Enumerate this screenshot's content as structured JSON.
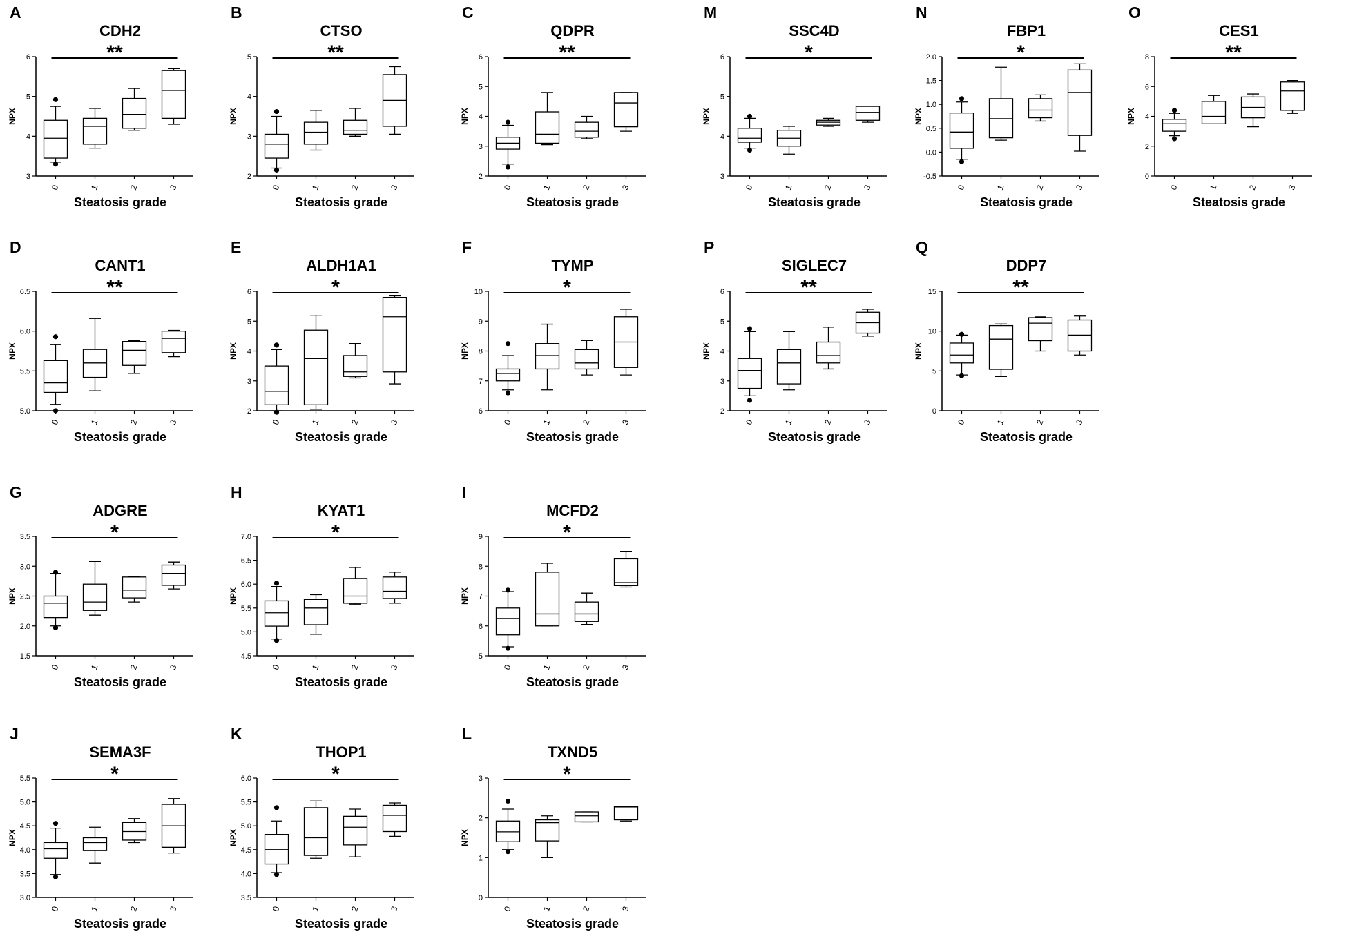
{
  "common": {
    "categories": [
      "0",
      "1",
      "2",
      "3"
    ],
    "xlabel": "Steatosis grade",
    "ylabel": "NPX"
  },
  "chart_data": [
    {
      "panel": "A",
      "type": "box",
      "title": "CDH2",
      "sig": "**",
      "ylim": [
        3,
        6
      ],
      "yticks": [
        3,
        4,
        5,
        6
      ],
      "boxes": [
        {
          "category": "0",
          "whisker_low": 3.35,
          "q1": 3.45,
          "median": 3.95,
          "q3": 4.4,
          "whisker_high": 4.75,
          "outliers": [
            3.3,
            4.92
          ]
        },
        {
          "category": "1",
          "whisker_low": 3.7,
          "q1": 3.8,
          "median": 4.25,
          "q3": 4.45,
          "whisker_high": 4.7,
          "outliers": []
        },
        {
          "category": "2",
          "whisker_low": 4.15,
          "q1": 4.2,
          "median": 4.55,
          "q3": 4.95,
          "whisker_high": 5.2,
          "outliers": []
        },
        {
          "category": "3",
          "whisker_low": 4.3,
          "q1": 4.45,
          "median": 5.15,
          "q3": 5.65,
          "whisker_high": 5.7,
          "outliers": []
        }
      ]
    },
    {
      "panel": "B",
      "type": "box",
      "title": "CTSO",
      "sig": "**",
      "ylim": [
        2,
        5
      ],
      "yticks": [
        2,
        3,
        4,
        5
      ],
      "boxes": [
        {
          "category": "0",
          "whisker_low": 2.2,
          "q1": 2.45,
          "median": 2.8,
          "q3": 3.05,
          "whisker_high": 3.5,
          "outliers": [
            2.15,
            3.62
          ]
        },
        {
          "category": "1",
          "whisker_low": 2.65,
          "q1": 2.8,
          "median": 3.1,
          "q3": 3.35,
          "whisker_high": 3.65,
          "outliers": []
        },
        {
          "category": "2",
          "whisker_low": 3.0,
          "q1": 3.05,
          "median": 3.15,
          "q3": 3.4,
          "whisker_high": 3.7,
          "outliers": []
        },
        {
          "category": "3",
          "whisker_low": 3.05,
          "q1": 3.25,
          "median": 3.9,
          "q3": 4.55,
          "whisker_high": 4.75,
          "outliers": []
        }
      ]
    },
    {
      "panel": "C",
      "type": "box",
      "title": "QDPR",
      "sig": "**",
      "ylim": [
        2,
        6
      ],
      "yticks": [
        2,
        3,
        4,
        5,
        6
      ],
      "boxes": [
        {
          "category": "0",
          "whisker_low": 2.4,
          "q1": 2.9,
          "median": 3.1,
          "q3": 3.3,
          "whisker_high": 3.7,
          "outliers": [
            2.3,
            3.8
          ]
        },
        {
          "category": "1",
          "whisker_low": 3.05,
          "q1": 3.1,
          "median": 3.4,
          "q3": 4.15,
          "whisker_high": 4.8,
          "outliers": []
        },
        {
          "category": "2",
          "whisker_low": 3.25,
          "q1": 3.3,
          "median": 3.5,
          "q3": 3.8,
          "whisker_high": 4.0,
          "outliers": []
        },
        {
          "category": "3",
          "whisker_low": 3.5,
          "q1": 3.65,
          "median": 4.45,
          "q3": 4.8,
          "whisker_high": 4.8,
          "outliers": []
        }
      ]
    },
    {
      "panel": "M",
      "type": "box",
      "title": "SSC4D",
      "sig": "*",
      "ylim": [
        3,
        6
      ],
      "yticks": [
        3,
        4,
        5,
        6
      ],
      "boxes": [
        {
          "category": "0",
          "whisker_low": 3.7,
          "q1": 3.85,
          "median": 3.95,
          "q3": 4.2,
          "whisker_high": 4.45,
          "outliers": [
            3.65,
            4.5
          ]
        },
        {
          "category": "1",
          "whisker_low": 3.55,
          "q1": 3.75,
          "median": 3.95,
          "q3": 4.15,
          "whisker_high": 4.25,
          "outliers": []
        },
        {
          "category": "2",
          "whisker_low": 4.25,
          "q1": 4.28,
          "median": 4.35,
          "q3": 4.4,
          "whisker_high": 4.45,
          "outliers": []
        },
        {
          "category": "3",
          "whisker_low": 4.35,
          "q1": 4.4,
          "median": 4.6,
          "q3": 4.75,
          "whisker_high": 4.75,
          "outliers": []
        }
      ]
    },
    {
      "panel": "N",
      "type": "box",
      "title": "FBP1",
      "sig": "*",
      "ylim": [
        -0.5,
        2.0
      ],
      "yticks": [
        -0.5,
        0.0,
        0.5,
        1.0,
        1.5,
        2.0
      ],
      "boxes": [
        {
          "category": "0",
          "whisker_low": -0.15,
          "q1": 0.08,
          "median": 0.42,
          "q3": 0.82,
          "whisker_high": 1.05,
          "outliers": [
            -0.2,
            1.12
          ]
        },
        {
          "category": "1",
          "whisker_low": 0.25,
          "q1": 0.3,
          "median": 0.7,
          "q3": 1.12,
          "whisker_high": 1.78,
          "outliers": []
        },
        {
          "category": "2",
          "whisker_low": 0.65,
          "q1": 0.72,
          "median": 0.88,
          "q3": 1.12,
          "whisker_high": 1.2,
          "outliers": []
        },
        {
          "category": "3",
          "whisker_low": 0.02,
          "q1": 0.35,
          "median": 1.25,
          "q3": 1.72,
          "whisker_high": 1.85,
          "outliers": []
        }
      ]
    },
    {
      "panel": "O",
      "type": "box",
      "title": "CES1",
      "sig": "**",
      "ylim": [
        0,
        8
      ],
      "yticks": [
        0,
        2,
        4,
        6,
        8
      ],
      "boxes": [
        {
          "category": "0",
          "whisker_low": 2.7,
          "q1": 3.0,
          "median": 3.5,
          "q3": 3.8,
          "whisker_high": 4.2,
          "outliers": [
            2.5,
            4.4
          ]
        },
        {
          "category": "1",
          "whisker_low": 3.5,
          "q1": 3.5,
          "median": 4.0,
          "q3": 5.0,
          "whisker_high": 5.4,
          "outliers": []
        },
        {
          "category": "2",
          "whisker_low": 3.3,
          "q1": 3.9,
          "median": 4.6,
          "q3": 5.3,
          "whisker_high": 5.5,
          "outliers": []
        },
        {
          "category": "3",
          "whisker_low": 4.2,
          "q1": 4.4,
          "median": 5.7,
          "q3": 6.3,
          "whisker_high": 6.4,
          "outliers": []
        }
      ]
    },
    {
      "panel": "D",
      "type": "box",
      "title": "CANT1",
      "sig": "**",
      "ylim": [
        5.0,
        6.5
      ],
      "yticks": [
        5.0,
        5.5,
        6.0,
        6.5
      ],
      "boxes": [
        {
          "category": "0",
          "whisker_low": 5.08,
          "q1": 5.23,
          "median": 5.35,
          "q3": 5.63,
          "whisker_high": 5.83,
          "outliers": [
            5.0,
            5.93
          ]
        },
        {
          "category": "1",
          "whisker_low": 5.25,
          "q1": 5.42,
          "median": 5.6,
          "q3": 5.77,
          "whisker_high": 6.16,
          "outliers": []
        },
        {
          "category": "2",
          "whisker_low": 5.47,
          "q1": 5.57,
          "median": 5.76,
          "q3": 5.87,
          "whisker_high": 5.88,
          "outliers": []
        },
        {
          "category": "3",
          "whisker_low": 5.68,
          "q1": 5.73,
          "median": 5.91,
          "q3": 6.0,
          "whisker_high": 6.01,
          "outliers": []
        }
      ]
    },
    {
      "panel": "E",
      "type": "box",
      "title": "ALDH1A1",
      "sig": "*",
      "ylim": [
        2,
        6
      ],
      "yticks": [
        2,
        3,
        4,
        5,
        6
      ],
      "boxes": [
        {
          "category": "0",
          "whisker_low": 2.0,
          "q1": 2.2,
          "median": 2.65,
          "q3": 3.5,
          "whisker_high": 4.05,
          "outliers": [
            1.95,
            4.2
          ]
        },
        {
          "category": "1",
          "whisker_low": 2.05,
          "q1": 2.2,
          "median": 3.75,
          "q3": 4.7,
          "whisker_high": 5.2,
          "outliers": []
        },
        {
          "category": "2",
          "whisker_low": 3.1,
          "q1": 3.15,
          "median": 3.3,
          "q3": 3.85,
          "whisker_high": 4.25,
          "outliers": []
        },
        {
          "category": "3",
          "whisker_low": 2.9,
          "q1": 3.3,
          "median": 5.15,
          "q3": 5.8,
          "whisker_high": 5.85,
          "outliers": []
        }
      ]
    },
    {
      "panel": "F",
      "type": "box",
      "title": "TYMP",
      "sig": "*",
      "ylim": [
        6,
        10
      ],
      "yticks": [
        6,
        7,
        8,
        9,
        10
      ],
      "boxes": [
        {
          "category": "0",
          "whisker_low": 6.7,
          "q1": 7.0,
          "median": 7.25,
          "q3": 7.4,
          "whisker_high": 7.85,
          "outliers": [
            6.6,
            8.25
          ]
        },
        {
          "category": "1",
          "whisker_low": 6.7,
          "q1": 7.4,
          "median": 7.85,
          "q3": 8.25,
          "whisker_high": 8.9,
          "outliers": []
        },
        {
          "category": "2",
          "whisker_low": 7.2,
          "q1": 7.4,
          "median": 7.6,
          "q3": 8.05,
          "whisker_high": 8.35,
          "outliers": []
        },
        {
          "category": "3",
          "whisker_low": 7.2,
          "q1": 7.45,
          "median": 8.3,
          "q3": 9.15,
          "whisker_high": 9.4,
          "outliers": []
        }
      ]
    },
    {
      "panel": "P",
      "type": "box",
      "title": "SIGLEC7",
      "sig": "**",
      "ylim": [
        2,
        6
      ],
      "yticks": [
        2,
        3,
        4,
        5,
        6
      ],
      "boxes": [
        {
          "category": "0",
          "whisker_low": 2.5,
          "q1": 2.75,
          "median": 3.35,
          "q3": 3.75,
          "whisker_high": 4.65,
          "outliers": [
            2.35,
            4.75
          ]
        },
        {
          "category": "1",
          "whisker_low": 2.7,
          "q1": 2.9,
          "median": 3.6,
          "q3": 4.05,
          "whisker_high": 4.65,
          "outliers": []
        },
        {
          "category": "2",
          "whisker_low": 3.4,
          "q1": 3.6,
          "median": 3.85,
          "q3": 4.3,
          "whisker_high": 4.8,
          "outliers": []
        },
        {
          "category": "3",
          "whisker_low": 4.5,
          "q1": 4.6,
          "median": 4.95,
          "q3": 5.3,
          "whisker_high": 5.4,
          "outliers": []
        }
      ]
    },
    {
      "panel": "Q",
      "type": "box",
      "title": "DDP7",
      "sig": "**",
      "ylim": [
        0,
        15
      ],
      "yticks": [
        0,
        5,
        10,
        15
      ],
      "boxes": [
        {
          "category": "0",
          "whisker_low": 4.5,
          "q1": 6.0,
          "median": 7.0,
          "q3": 8.5,
          "whisker_high": 9.5,
          "outliers": [
            4.4,
            9.6
          ]
        },
        {
          "category": "1",
          "whisker_low": 4.3,
          "q1": 5.2,
          "median": 9.0,
          "q3": 10.7,
          "whisker_high": 10.9,
          "outliers": []
        },
        {
          "category": "2",
          "whisker_low": 7.5,
          "q1": 8.8,
          "median": 11.0,
          "q3": 11.7,
          "whisker_high": 11.8,
          "outliers": []
        },
        {
          "category": "3",
          "whisker_low": 7.0,
          "q1": 7.5,
          "median": 9.5,
          "q3": 11.4,
          "whisker_high": 11.9,
          "outliers": []
        }
      ]
    },
    {
      "panel": "G",
      "type": "box",
      "title": "ADGRE",
      "sig": "*",
      "ylim": [
        1.5,
        3.5
      ],
      "yticks": [
        1.5,
        2.0,
        2.5,
        3.0,
        3.5
      ],
      "boxes": [
        {
          "category": "0",
          "whisker_low": 2.0,
          "q1": 2.14,
          "median": 2.38,
          "q3": 2.5,
          "whisker_high": 2.88,
          "outliers": [
            1.97,
            2.9
          ]
        },
        {
          "category": "1",
          "whisker_low": 2.18,
          "q1": 2.26,
          "median": 2.4,
          "q3": 2.7,
          "whisker_high": 3.08,
          "outliers": []
        },
        {
          "category": "2",
          "whisker_low": 2.4,
          "q1": 2.47,
          "median": 2.6,
          "q3": 2.82,
          "whisker_high": 2.83,
          "outliers": []
        },
        {
          "category": "3",
          "whisker_low": 2.62,
          "q1": 2.68,
          "median": 2.88,
          "q3": 3.02,
          "whisker_high": 3.07,
          "outliers": []
        }
      ]
    },
    {
      "panel": "H",
      "type": "box",
      "title": "KYAT1",
      "sig": "*",
      "ylim": [
        4.5,
        7.0
      ],
      "yticks": [
        4.5,
        5.0,
        5.5,
        6.0,
        6.5,
        7.0
      ],
      "boxes": [
        {
          "category": "0",
          "whisker_low": 4.85,
          "q1": 5.12,
          "median": 5.4,
          "q3": 5.65,
          "whisker_high": 5.95,
          "outliers": [
            4.82,
            6.02
          ]
        },
        {
          "category": "1",
          "whisker_low": 4.95,
          "q1": 5.15,
          "median": 5.5,
          "q3": 5.68,
          "whisker_high": 5.78,
          "outliers": []
        },
        {
          "category": "2",
          "whisker_low": 5.58,
          "q1": 5.6,
          "median": 5.75,
          "q3": 6.12,
          "whisker_high": 6.35,
          "outliers": []
        },
        {
          "category": "3",
          "whisker_low": 5.6,
          "q1": 5.7,
          "median": 5.85,
          "q3": 6.15,
          "whisker_high": 6.25,
          "outliers": []
        }
      ]
    },
    {
      "panel": "I",
      "type": "box",
      "title": "MCFD2",
      "sig": "*",
      "ylim": [
        5,
        9
      ],
      "yticks": [
        5,
        6,
        7,
        8,
        9
      ],
      "boxes": [
        {
          "category": "0",
          "whisker_low": 5.3,
          "q1": 5.7,
          "median": 6.25,
          "q3": 6.6,
          "whisker_high": 7.15,
          "outliers": [
            5.25,
            7.2
          ]
        },
        {
          "category": "1",
          "whisker_low": 6.0,
          "q1": 6.0,
          "median": 6.4,
          "q3": 7.8,
          "whisker_high": 8.1,
          "outliers": []
        },
        {
          "category": "2",
          "whisker_low": 6.05,
          "q1": 6.15,
          "median": 6.4,
          "q3": 6.8,
          "whisker_high": 7.1,
          "outliers": []
        },
        {
          "category": "3",
          "whisker_low": 7.3,
          "q1": 7.35,
          "median": 7.45,
          "q3": 8.25,
          "whisker_high": 8.5,
          "outliers": []
        }
      ]
    },
    {
      "panel": "J",
      "type": "box",
      "title": "SEMA3F",
      "sig": "*",
      "ylim": [
        3.0,
        5.5
      ],
      "yticks": [
        3.0,
        3.5,
        4.0,
        4.5,
        5.0,
        5.5
      ],
      "boxes": [
        {
          "category": "0",
          "whisker_low": 3.48,
          "q1": 3.82,
          "median": 4.02,
          "q3": 4.15,
          "whisker_high": 4.45,
          "outliers": [
            3.43,
            4.55
          ]
        },
        {
          "category": "1",
          "whisker_low": 3.72,
          "q1": 3.98,
          "median": 4.15,
          "q3": 4.25,
          "whisker_high": 4.47,
          "outliers": []
        },
        {
          "category": "2",
          "whisker_low": 4.15,
          "q1": 4.2,
          "median": 4.38,
          "q3": 4.57,
          "whisker_high": 4.65,
          "outliers": []
        },
        {
          "category": "3",
          "whisker_low": 3.93,
          "q1": 4.05,
          "median": 4.5,
          "q3": 4.95,
          "whisker_high": 5.07,
          "outliers": []
        }
      ]
    },
    {
      "panel": "K",
      "type": "box",
      "title": "THOP1",
      "sig": "*",
      "ylim": [
        3.5,
        6.0
      ],
      "yticks": [
        3.5,
        4.0,
        4.5,
        5.0,
        5.5,
        6.0
      ],
      "boxes": [
        {
          "category": "0",
          "whisker_low": 4.02,
          "q1": 4.2,
          "median": 4.5,
          "q3": 4.82,
          "whisker_high": 5.1,
          "outliers": [
            3.98,
            5.38
          ]
        },
        {
          "category": "1",
          "whisker_low": 4.32,
          "q1": 4.38,
          "median": 4.75,
          "q3": 5.38,
          "whisker_high": 5.52,
          "outliers": []
        },
        {
          "category": "2",
          "whisker_low": 4.35,
          "q1": 4.6,
          "median": 4.97,
          "q3": 5.2,
          "whisker_high": 5.35,
          "outliers": []
        },
        {
          "category": "3",
          "whisker_low": 4.78,
          "q1": 4.88,
          "median": 5.22,
          "q3": 5.43,
          "whisker_high": 5.48,
          "outliers": []
        }
      ]
    },
    {
      "panel": "L",
      "type": "box",
      "title": "TXND5",
      "sig": "*",
      "ylim": [
        0,
        3
      ],
      "yticks": [
        0,
        1,
        2,
        3
      ],
      "boxes": [
        {
          "category": "0",
          "whisker_low": 1.2,
          "q1": 1.4,
          "median": 1.65,
          "q3": 1.92,
          "whisker_high": 2.22,
          "outliers": [
            1.15,
            2.42
          ]
        },
        {
          "category": "1",
          "whisker_low": 1.0,
          "q1": 1.42,
          "median": 1.88,
          "q3": 1.95,
          "whisker_high": 2.05,
          "outliers": []
        },
        {
          "category": "2",
          "whisker_low": 1.9,
          "q1": 1.9,
          "median": 2.05,
          "q3": 2.15,
          "whisker_high": 2.15,
          "outliers": []
        },
        {
          "category": "3",
          "whisker_low": 1.92,
          "q1": 1.95,
          "median": 2.25,
          "q3": 2.28,
          "whisker_high": 2.28,
          "outliers": []
        }
      ]
    }
  ]
}
